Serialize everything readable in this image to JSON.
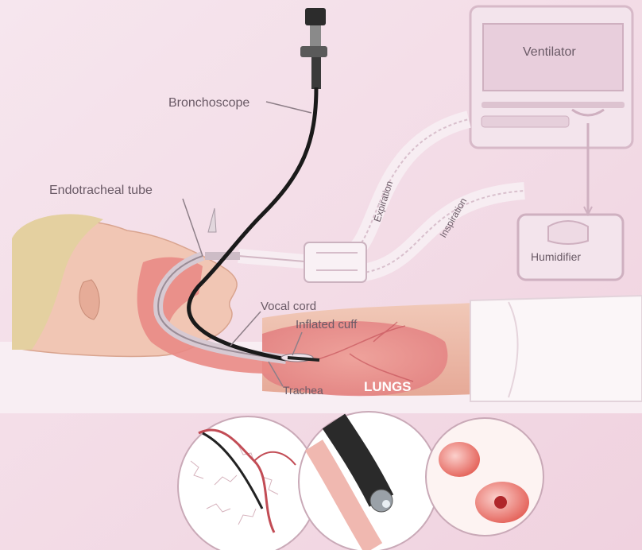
{
  "labels": {
    "bronchoscope": "Bronchoscope",
    "endotracheal_tube": "Endotracheal tube",
    "ventilator": "Ventilator",
    "vocal_cord": "Vocal cord",
    "inflated_cuff": "Inflated cuff",
    "trachea": "Trachea",
    "lungs": "LUNGS",
    "humidifier": "Humidifier",
    "expiration": "Expiration",
    "inspiration": "Inspiration"
  },
  "colors": {
    "background": "#f4dde8",
    "skin": "#e8b9a4",
    "tissue": "#e78a8a",
    "scope": "#1a1a1a",
    "device": "#f3e4ec"
  }
}
